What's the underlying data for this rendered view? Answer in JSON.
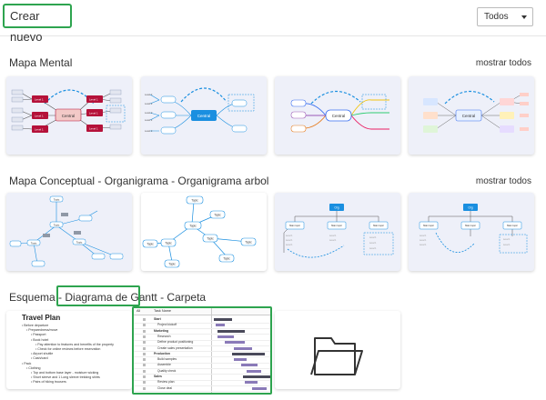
{
  "toolbar": {
    "create_label": "Crear nuevo",
    "filter_value": "Todos"
  },
  "sections": {
    "mind_map": {
      "title": "Mapa Mental",
      "show_all": "mostrar todos"
    },
    "concept": {
      "title": "Mapa Conceptual - Organigrama - Organigrama arbol",
      "show_all": "mostrar todos"
    },
    "outline": {
      "title_pre": "Esquema - ",
      "title_highlight": "Diagrama de Gantt",
      "title_post": " - Carpeta"
    }
  },
  "mind_map_cards": {
    "central": "Central",
    "level1": "Level 1",
    "level2": "Level 2",
    "level3": "Level 3"
  },
  "concept_cards": {
    "topic": "Topic",
    "org": "Org",
    "main_topic": "Main topic",
    "level": "Level 1"
  },
  "outline_card": {
    "title": "Travel Plan",
    "items": [
      "Before departure",
      "Preparedness/move",
      "Passport",
      "Book hotel",
      "Pay attention to features and benefits of the property",
      "Check for online reviews before reservation",
      "Airport shuttle",
      "Cash/card",
      "Pack",
      "Clothing",
      "Top and bottom base layer - moisture wicking",
      "Short sleeve and 1 Long sleeve trekking shirts",
      "Pairs of hiking trousers"
    ]
  },
  "gantt_card": {
    "col_all": "All",
    "col_task": "Task Name",
    "rows": [
      "Start",
      "Project kickoff",
      "Marketing",
      "Research",
      "Define product positioning",
      "Create sales presentation",
      "Production",
      "Build samples",
      "Assemble",
      "Quality check",
      "Sales",
      "Review plan",
      "Close deal"
    ]
  },
  "colors": {
    "highlight": "#2ea44f",
    "card_bg": "#eef0f9",
    "accent_blue": "#1a8fe0",
    "accent_red": "#b5123a"
  }
}
